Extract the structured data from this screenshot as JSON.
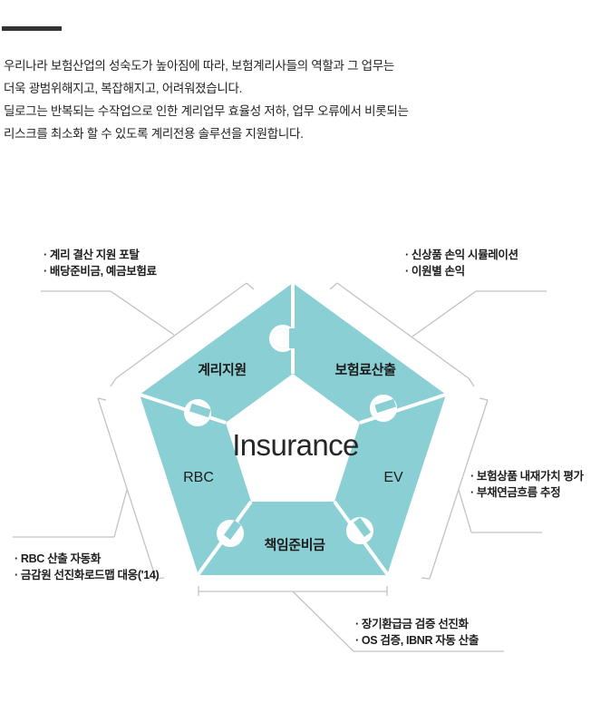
{
  "page": {
    "accent_rule_color": "#333333",
    "piece_color": "#8ACFD4",
    "line_color": "#bfbfbf",
    "text_color": "#1d1d1d"
  },
  "intro": {
    "body": "우리나라 보험산업의 성숙도가 높아짐에 따라, 보험계리사들의 역할과 그 업무는\n더욱 광범위해지고, 복잡해지고, 어려워졌습니다.\n딜로그는 반복되는 수작업으로 인한 계리업무 효율성 저하, 업무 오류에서 비롯되는\n리스크를 최소화 할 수 있도록 계리전용 솔루션을 지원합니다."
  },
  "diagram": {
    "center_label": "Insurance",
    "pieces": [
      {
        "id": "actuarial-support",
        "label": "계리지원",
        "script": "korean"
      },
      {
        "id": "premium-calc",
        "label": "보험료산출",
        "script": "korean"
      },
      {
        "id": "ev",
        "label": "EV",
        "script": "roman"
      },
      {
        "id": "reserve",
        "label": "책임준비금",
        "script": "korean"
      },
      {
        "id": "rbc",
        "label": "RBC",
        "script": "roman"
      }
    ],
    "callouts": [
      {
        "id": "callout-actuarial-support",
        "position": "top-left",
        "lines": "· 계리 결산 지원 포탈\n· 배당준비금, 예금보험료"
      },
      {
        "id": "callout-premium-calc",
        "position": "top-right",
        "lines": "· 신상품 손익 시뮬레이션\n· 이원별 손익"
      },
      {
        "id": "callout-ev",
        "position": "right",
        "lines": "· 보험상품 내재가치 평가\n· 부채연금흐름 추정"
      },
      {
        "id": "callout-rbc",
        "position": "bottom-left",
        "lines": "· RBC 산출 자동화\n· 금감원 선진화로드맵 대응('14)"
      },
      {
        "id": "callout-reserve",
        "position": "bottom-right",
        "lines": "· 장기환급금 검증 선진화\n· OS 검증, IBNR 자동 산출"
      }
    ]
  }
}
